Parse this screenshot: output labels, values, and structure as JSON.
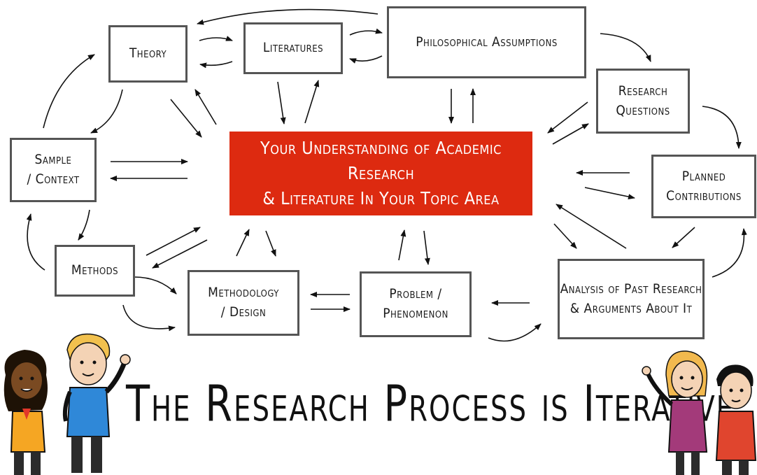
{
  "center": {
    "label": "Your Understanding of Academic Research\n& Literature In Your Topic Area"
  },
  "nodes": {
    "theory": "Theory",
    "literatures": "Literatures",
    "philosophical": "Philosophical Assumptions",
    "research_questions": "Research\nQuestions",
    "planned_contributions": "Planned\nContributions",
    "analysis": "Analysis of Past Research\n& Arguments About It",
    "problem": "Problem /\nPhenomenon",
    "methodology": "Methodology\n/ Design",
    "methods": "Methods",
    "sample": "Sample\n/ Context"
  },
  "tagline": "The Research Process is Iterative",
  "colors": {
    "center_fill": "#dd2a10",
    "box_border": "#555555",
    "arrow": "#111111"
  }
}
